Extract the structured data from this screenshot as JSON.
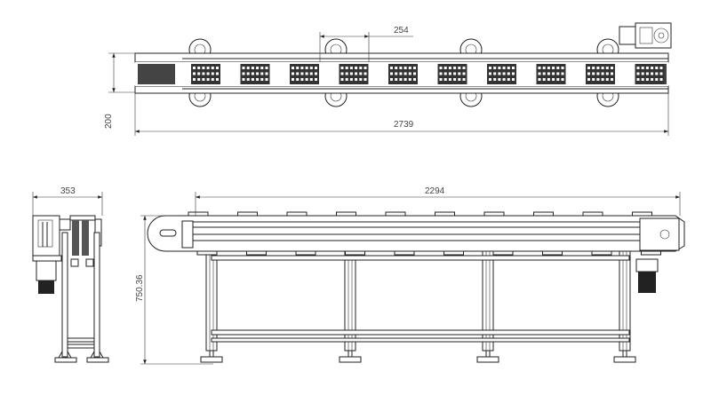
{
  "drawing": {
    "top_view": {
      "pitch_dimension": "254",
      "width_dimension": "200",
      "length_dimension": "2739"
    },
    "end_view": {
      "width_dimension": "353"
    },
    "side_view": {
      "span_dimension": "2294",
      "height_dimension": "750.36"
    },
    "line_color": "#222222"
  }
}
